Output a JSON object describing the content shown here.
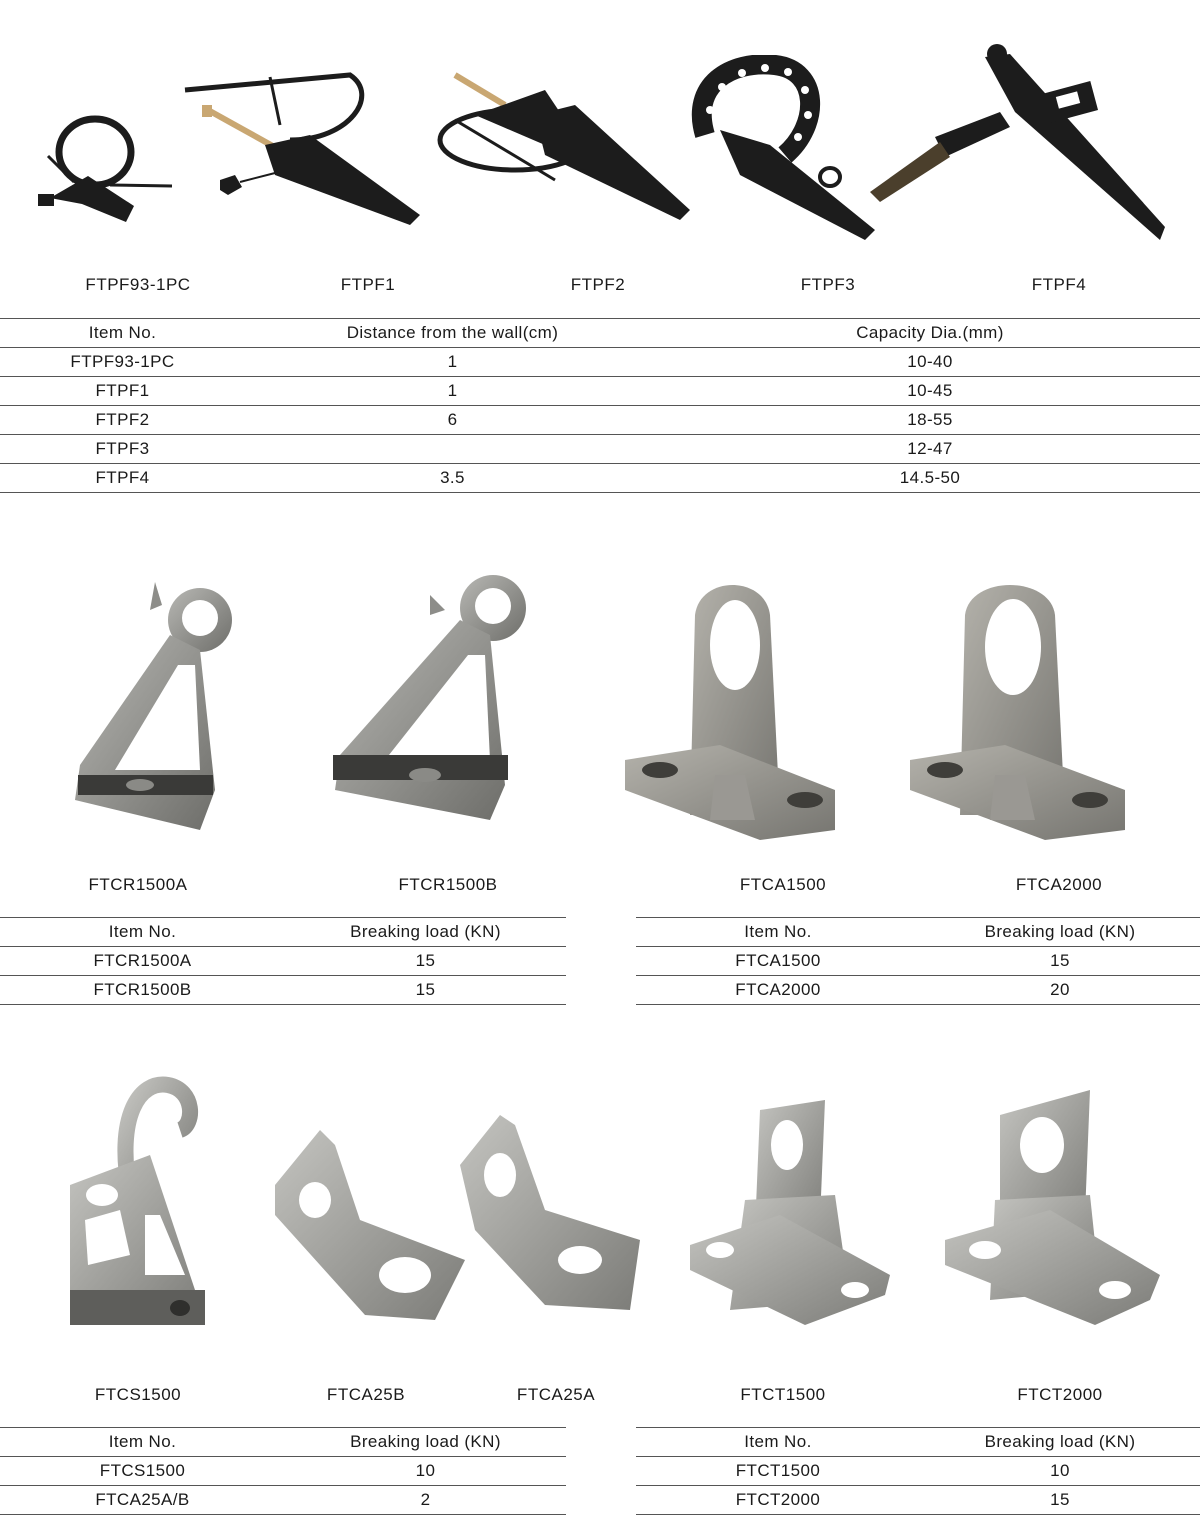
{
  "section1": {
    "products": [
      {
        "label": "FTPF93-1PC",
        "icon": "cable-tie-anchor-small-icon"
      },
      {
        "label": "FTPF1",
        "icon": "cable-tie-anchor-icon"
      },
      {
        "label": "FTPF2",
        "icon": "cable-tie-anchor-saddle-icon"
      },
      {
        "label": "FTPF3",
        "icon": "perforated-strap-anchor-icon"
      },
      {
        "label": "FTPF4",
        "icon": "strap-anchor-icon"
      }
    ],
    "table": {
      "headers": [
        "Item No.",
        "Distance from the wall(cm)",
        "Capacity Dia.(mm)"
      ],
      "rows": [
        [
          "FTPF93-1PC",
          "1",
          "10-40"
        ],
        [
          "FTPF1",
          "1",
          "10-45"
        ],
        [
          "FTPF2",
          "6",
          "18-55"
        ],
        [
          "FTPF3",
          "",
          "12-47"
        ],
        [
          "FTPF4",
          "3.5",
          "14.5-50"
        ]
      ]
    }
  },
  "section2": {
    "products": [
      {
        "label": "FTCR1500A",
        "icon": "suspension-clamp-icon"
      },
      {
        "label": "FTCR1500B",
        "icon": "suspension-clamp-icon"
      },
      {
        "label": "FTCA1500",
        "icon": "anchor-bracket-icon"
      },
      {
        "label": "FTCA2000",
        "icon": "anchor-bracket-icon"
      }
    ],
    "table_left": {
      "headers": [
        "Item No.",
        "Breaking load (KN)"
      ],
      "rows": [
        [
          "FTCR1500A",
          "15"
        ],
        [
          "FTCR1500B",
          "15"
        ]
      ]
    },
    "table_right": {
      "headers": [
        "Item No.",
        "Breaking load (KN)"
      ],
      "rows": [
        [
          "FTCA1500",
          "15"
        ],
        [
          "FTCA2000",
          "20"
        ]
      ]
    }
  },
  "section3": {
    "products": [
      {
        "label": "FTCS1500",
        "icon": "hook-bracket-icon"
      },
      {
        "label": "FTCA25B",
        "icon": "angle-bracket-icon"
      },
      {
        "label": "FTCA25A",
        "icon": "angle-bracket-icon"
      },
      {
        "label": "FTCT1500",
        "icon": "pole-bracket-icon"
      },
      {
        "label": "FTCT2000",
        "icon": "pole-bracket-icon"
      }
    ],
    "table_left": {
      "headers": [
        "Item No.",
        "Breaking load (KN)"
      ],
      "rows": [
        [
          "FTCS1500",
          "10"
        ],
        [
          "FTCA25A/B",
          "2"
        ]
      ]
    },
    "table_right": {
      "headers": [
        "Item No.",
        "Breaking load (KN)"
      ],
      "rows": [
        [
          "FTCT1500",
          "10"
        ],
        [
          "FTCT2000",
          "15"
        ]
      ]
    }
  },
  "colors": {
    "metal": "#9a9a96",
    "metal_dark": "#6b6b68",
    "plastic": "#1c1c1c",
    "rule": "#555555"
  }
}
